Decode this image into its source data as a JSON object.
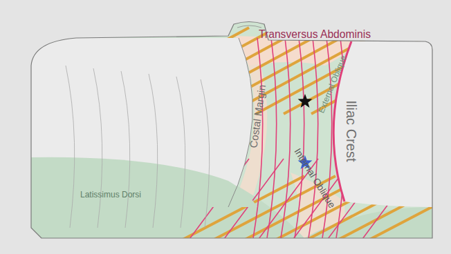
{
  "diagram": {
    "labels": [
      "Transversus Abdominis",
      "External Oblique",
      "Costal Margin",
      "Internal Oblique",
      "Iliac Crest",
      "Latissimus Dorsi"
    ]
  }
}
